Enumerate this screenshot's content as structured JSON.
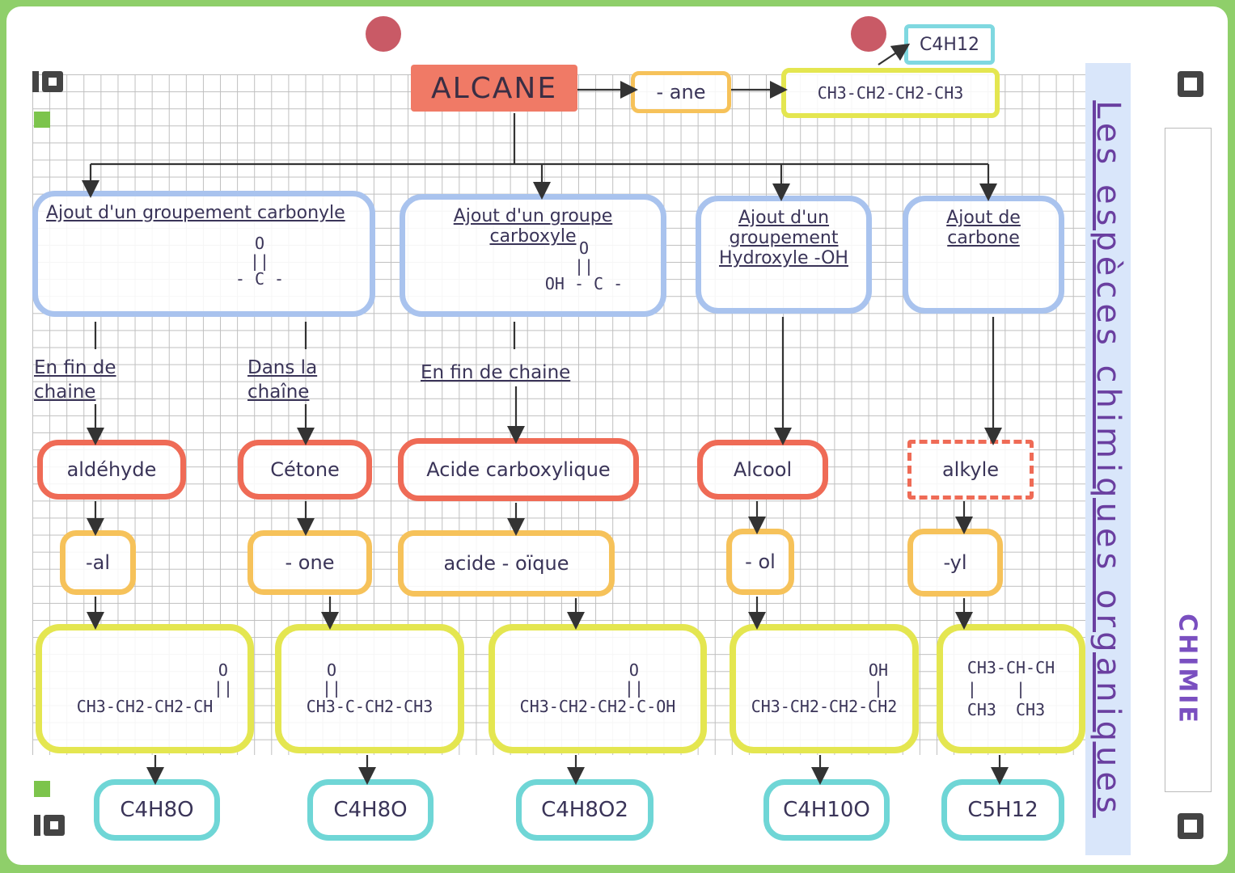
{
  "top": {
    "title": "ALCANE",
    "suffix": "- ane",
    "example": "CH3-CH2-CH2-CH3",
    "formula": "C4H12"
  },
  "side": {
    "vertical_text": "Les espèces chimiques organiques",
    "subject": "CHIMIE"
  },
  "columns": [
    {
      "group": "Ajout d'un groupement carbonyle",
      "group_formula": "O\n||\n- C -",
      "position": "En fin de chaine",
      "family": "aldéhyde",
      "suffix": "-al",
      "structure_top": "O\n||",
      "structure": "CH3-CH2-CH2-CH",
      "molecular": "C4H8O"
    },
    {
      "group": "",
      "group_formula": "",
      "position": "Dans la chaîne",
      "family": "Cétone",
      "suffix": "- one",
      "structure_top": "O\n||",
      "structure": "CH3-C-CH2-CH3",
      "molecular": "C4H8O"
    },
    {
      "group": "Ajout d'un groupe carboxyle",
      "group_formula": "O\n||\nOH - C -",
      "position": "En fin de chaine",
      "family": "Acide carboxylique",
      "suffix": "acide - oïque",
      "structure_top": "O\n||",
      "structure": "CH3-CH2-CH2-C-OH",
      "molecular": "C4H8O2"
    },
    {
      "group": "Ajout d'un groupement Hydroxyle -OH",
      "group_formula": "",
      "position": "",
      "family": "Alcool",
      "suffix": "- ol",
      "structure_top": "OH\n|",
      "structure": "CH3-CH2-CH2-CH2",
      "molecular": "C4H10O"
    },
    {
      "group": "Ajout de carbone",
      "group_formula": "",
      "position": "",
      "family": "alkyle",
      "suffix": "-yl",
      "structure_top": "",
      "structure": "CH3-CH-CH\n|    |\nCH3  CH3",
      "molecular": "C5H12"
    }
  ],
  "colors": {
    "blue": "#a9c3ee",
    "red": "#ef6b56",
    "orange": "#f6c25a",
    "yellow": "#e4e650",
    "teal": "#6fd6d6",
    "pin": "#c95a66"
  },
  "icons": [
    "binder-ring-icon",
    "pin-icon"
  ]
}
